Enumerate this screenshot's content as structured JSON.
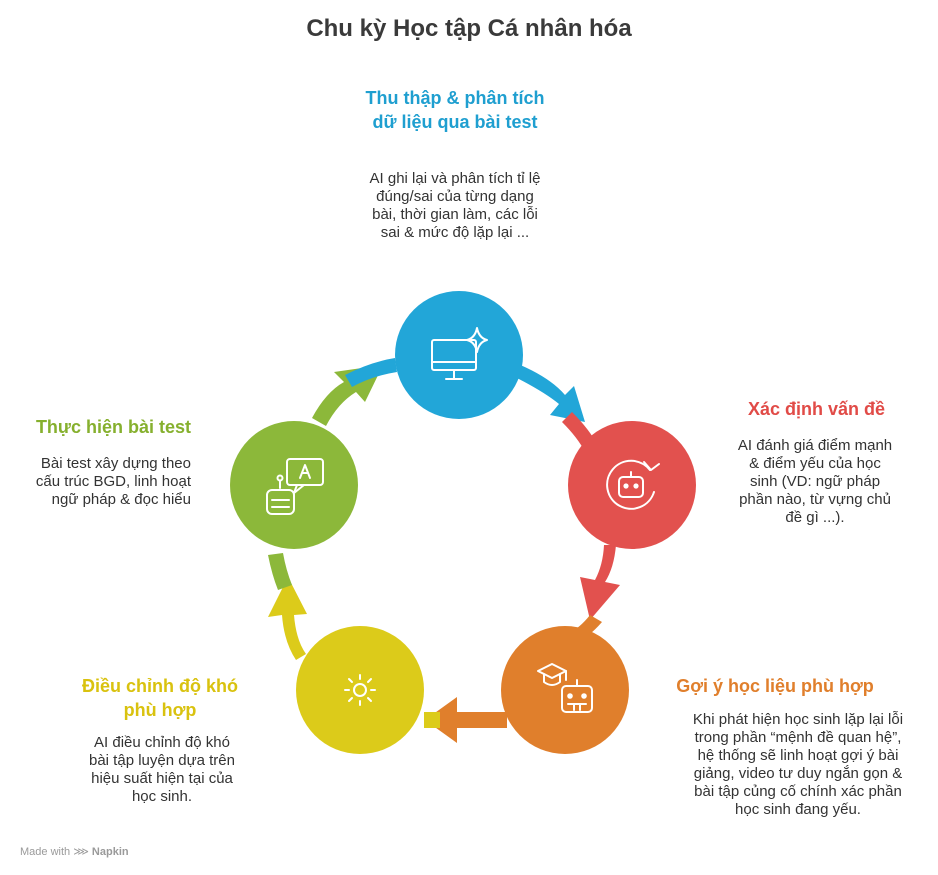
{
  "title": "Chu kỳ Học tập Cá nhân hóa",
  "steps": [
    {
      "title_line1": "Thu thập & phân tích",
      "title_line2": "dữ liệu qua bài test",
      "desc": [
        "AI ghi lại và phân tích tỉ lệ",
        "đúng/sai của từng dạng",
        "bài, thời gian làm, các lỗi",
        "sai & mức độ lặp lại ..."
      ],
      "color": "#22a6d8",
      "icon": "monitor-sparkle-icon"
    },
    {
      "title_line1": "Xác định vấn đề",
      "desc": [
        "AI đánh giá điểm mạnh",
        "& điểm yếu của học",
        "sinh (VD: ngữ pháp",
        "phần nào, từ vựng chủ",
        "đề gì ...)."
      ],
      "color": "#e2514e",
      "icon": "robot-refresh-icon"
    },
    {
      "title_line1": "Gợi ý học liệu phù hợp",
      "desc": [
        "Khi phát hiện học sinh lặp lại lỗi",
        "trong phần “mệnh đề quan hệ”,",
        "hệ thống sẽ linh hoạt gợi ý bài",
        "giảng, video tư duy ngắn gọn &",
        "bài tập củng cố chính xác phần",
        "học sinh đang yếu."
      ],
      "color": "#e07f2c",
      "icon": "graduation-robot-icon"
    },
    {
      "title_line1": "Điều chỉnh độ khó",
      "title_line2": "phù hợp",
      "desc": [
        "AI điều chỉnh độ khó",
        "bài tập luyện dựa trên",
        "hiệu suất hiện tại của",
        "học sinh."
      ],
      "color": "#dccb1a",
      "icon": "sun-icon"
    },
    {
      "title_line1": "Thực hiện bài test",
      "desc": [
        "Bài test xây dựng theo",
        "cấu trúc BGD, linh hoạt",
        "ngữ pháp & đọc hiểu"
      ],
      "color": "#8cb83a",
      "icon": "robot-chat-icon"
    }
  ],
  "title_colors": [
    "#1f9fd0",
    "#e14b47",
    "#e07f2c",
    "#d9c20f",
    "#86b02e"
  ],
  "footer": {
    "made_with": "Made with",
    "brand": "Napkin"
  }
}
